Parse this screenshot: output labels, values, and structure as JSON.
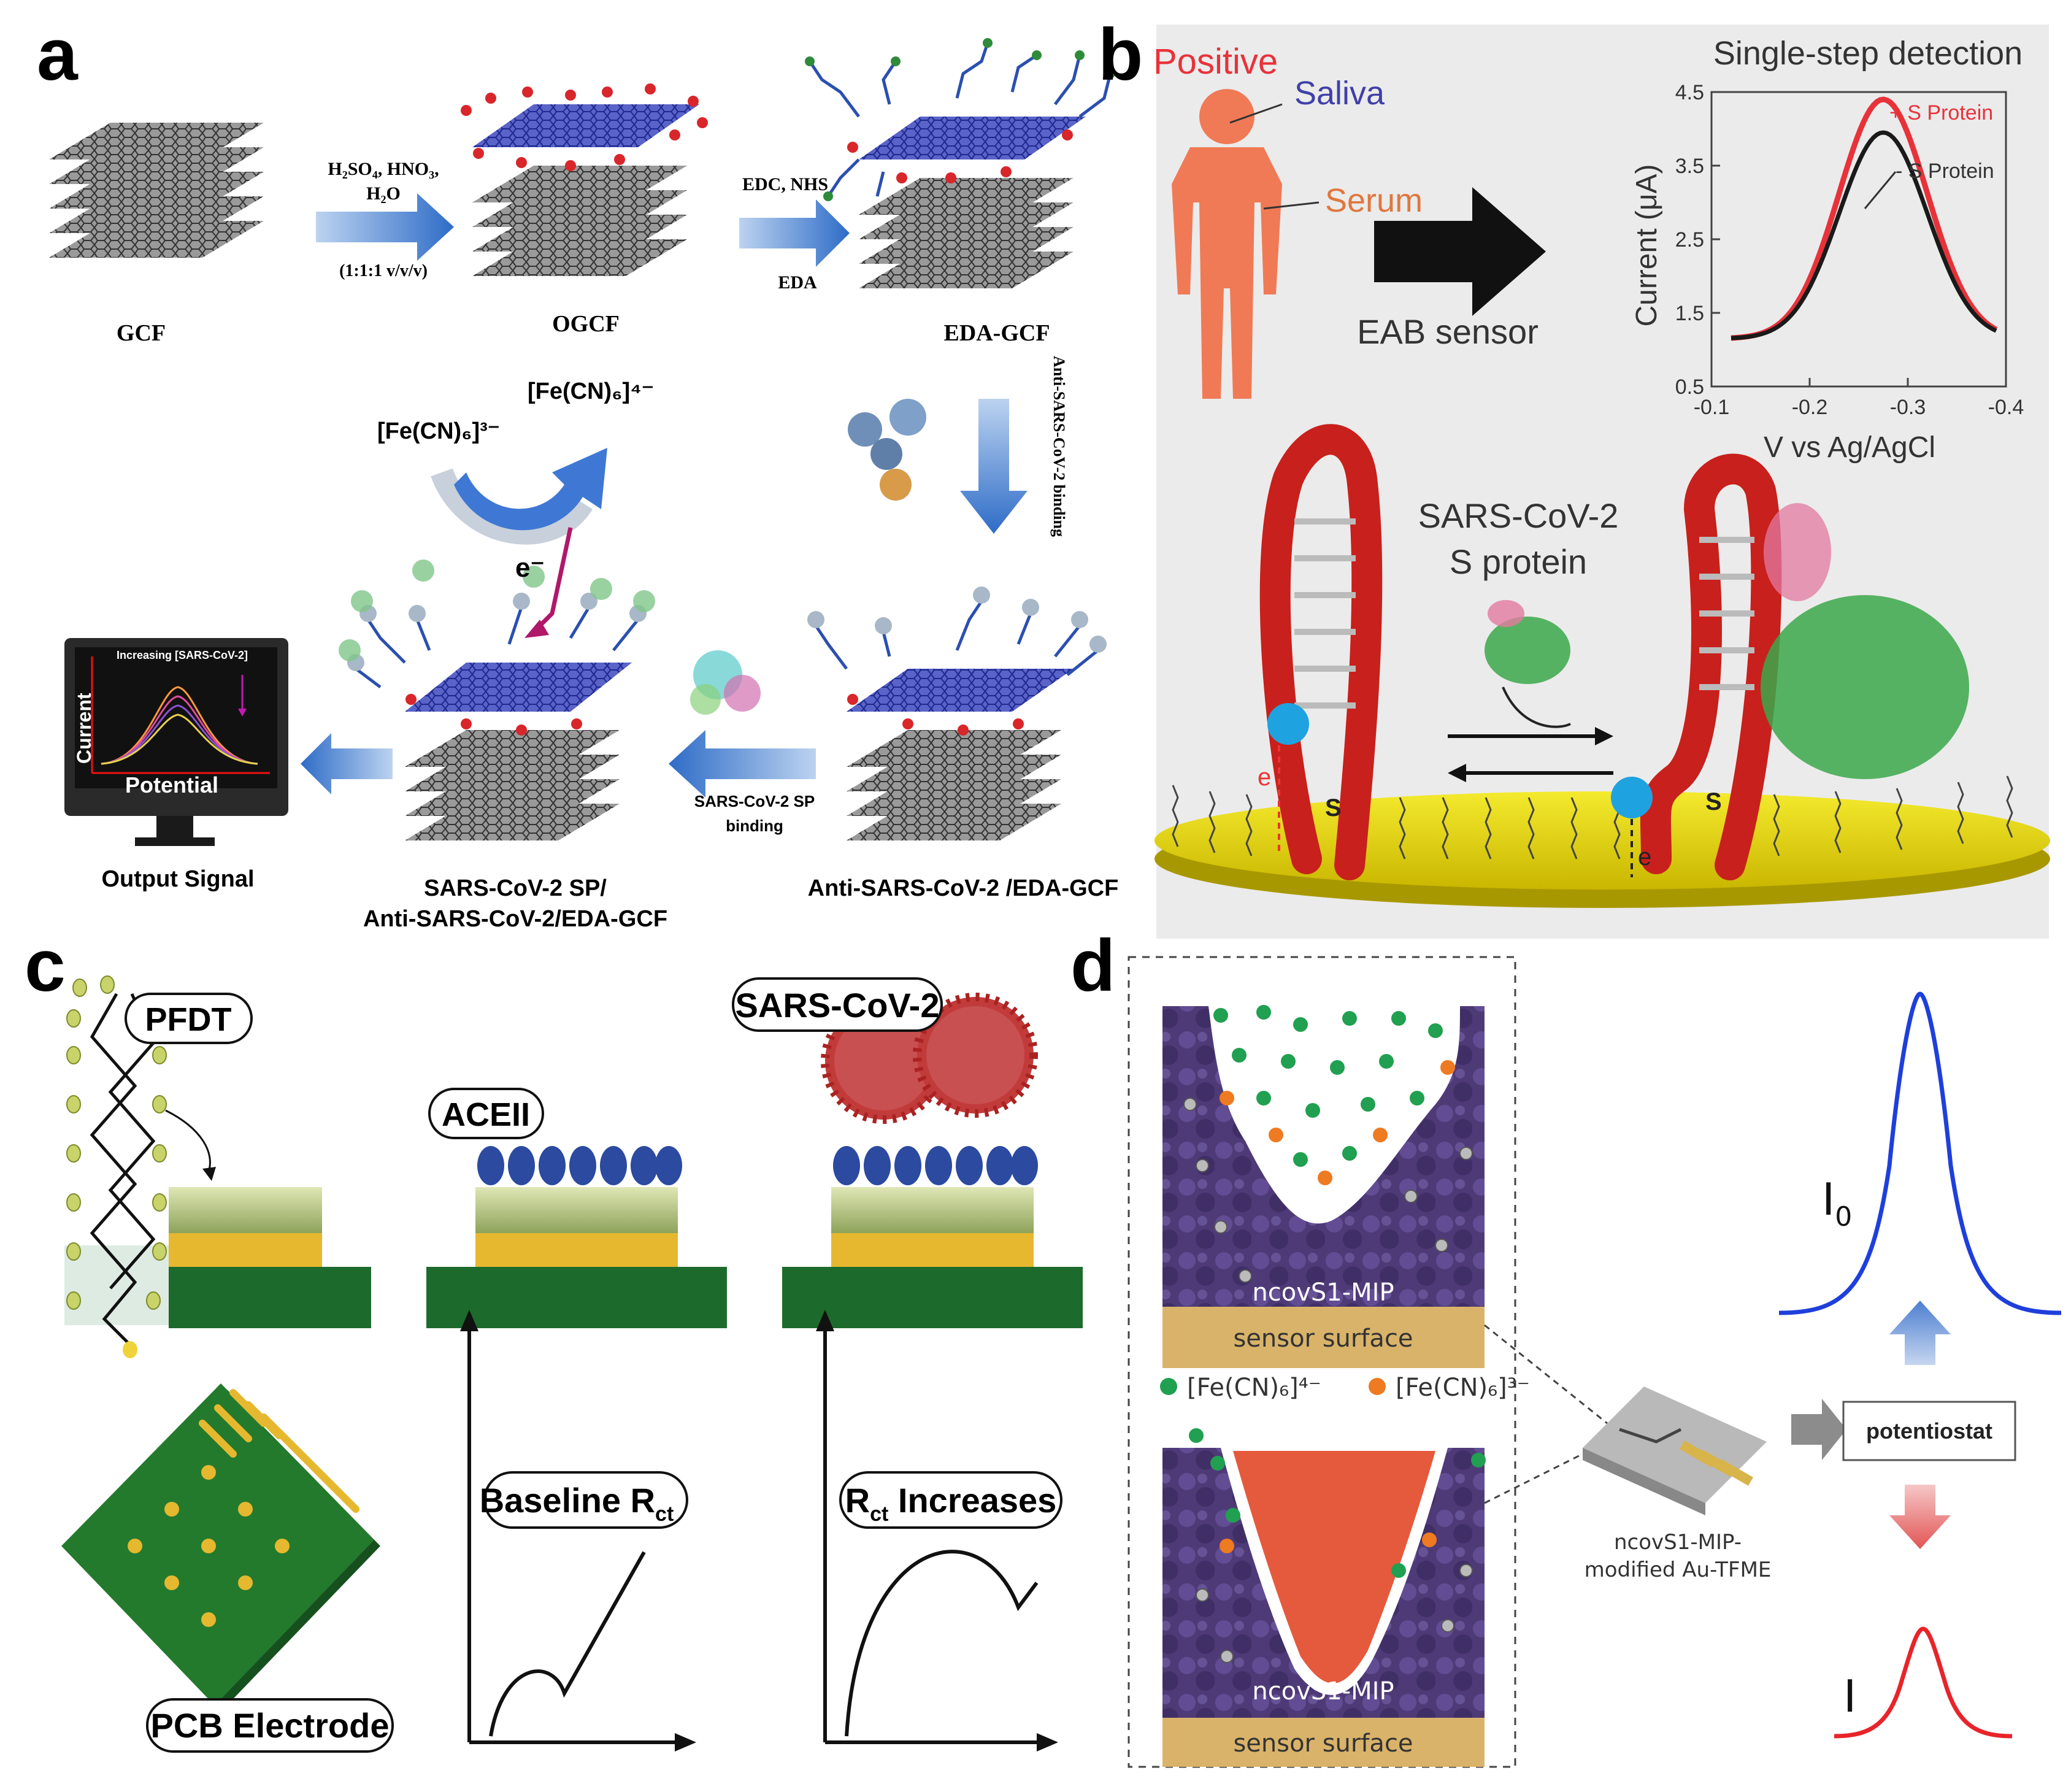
{
  "panel_a": {
    "letter": "a",
    "gcf": "GCF",
    "ogcf": "OGCF",
    "eda_gcf": "EDA-GCF",
    "step1_reagents": "H₂SO₄, HNO₃,",
    "step1_water": "H₂O",
    "step1_ratio": "(1:1:1 v/v/v)",
    "step2_top": "EDC, NHS",
    "step2_bottom": "EDA",
    "step3_vertical": "Anti-SARS-CoV-2 binding",
    "fe4": "[Fe(CN)₆]⁴⁻",
    "fe3": "[Fe(CN)₆]³⁻",
    "electron": "e⁻",
    "monitor_legend": "Increasing [SARS-CoV-2]",
    "monitor_ylabel": "Current",
    "monitor_xlabel": "Potential",
    "output_signal": "Output Signal",
    "sp_binding_1": "SARS-CoV-2 SP",
    "sp_binding_2": "binding",
    "complex_label_1": "SARS-CoV-2 SP/",
    "complex_label_2": "Anti-SARS-CoV-2/EDA-GCF",
    "anti_label": "Anti-SARS-CoV-2 /EDA-GCF"
  },
  "panel_b": {
    "letter": "b",
    "positive": "Positive",
    "saliva": "Saliva",
    "serum": "Serum",
    "eab_sensor": "EAB sensor",
    "single_step": "Single-step detection",
    "ylabel": "Current (μA)",
    "xlabel": "V vs Ag/AgCl",
    "legend_plus": "+ S Protein",
    "legend_minus": "- S Protein",
    "sars_label_1": "SARS-CoV-2",
    "sars_label_2": "S protein",
    "electron": "e",
    "thiol": "S"
  },
  "panel_c": {
    "letter": "c",
    "pfdt": "PFDT",
    "aceii": "ACEII",
    "sars": "SARS-CoV-2",
    "baseline": "Baseline R",
    "baseline_sub": "ct",
    "increases_pre": "R",
    "increases_sub": "ct",
    "increases_post": " Increases",
    "pcb": "PCB Electrode"
  },
  "panel_d": {
    "letter": "d",
    "mip_top": "ncovS1-MIP",
    "surface_top": "sensor surface",
    "mip_bottom": "ncovS1-MIP",
    "surface_bottom": "sensor surface",
    "fe4": "[Fe(CN)₆]⁴⁻",
    "fe3": "[Fe(CN)₆]³⁻",
    "chip_label_1": "ncovS1-MIP-",
    "chip_label_2": "modified Au-TFME",
    "potentiostat": "potentiostat",
    "i0": "I",
    "i0_sub": "0",
    "i": "I"
  },
  "chart_data": {
    "type": "line",
    "title": "Single-step detection",
    "xlabel": "V vs Ag/AgCl",
    "ylabel": "Current (μA)",
    "xlim": [
      -0.1,
      -0.4
    ],
    "ylim": [
      0.5,
      4.5
    ],
    "xticks": [
      "-0.1",
      "-0.2",
      "-0.3",
      "-0.4"
    ],
    "yticks": [
      "0.5",
      "1.5",
      "2.5",
      "3.5",
      "4.5"
    ],
    "series": [
      {
        "name": "+ S Protein",
        "color": "#e8323a",
        "peak_x": -0.275,
        "peak_y": 4.4,
        "baseline": 1.15,
        "width": 0.045
      },
      {
        "name": "- S Protein",
        "color": "#1a1a1a",
        "peak_x": -0.275,
        "peak_y": 3.95,
        "baseline": 1.15,
        "width": 0.045
      }
    ]
  }
}
